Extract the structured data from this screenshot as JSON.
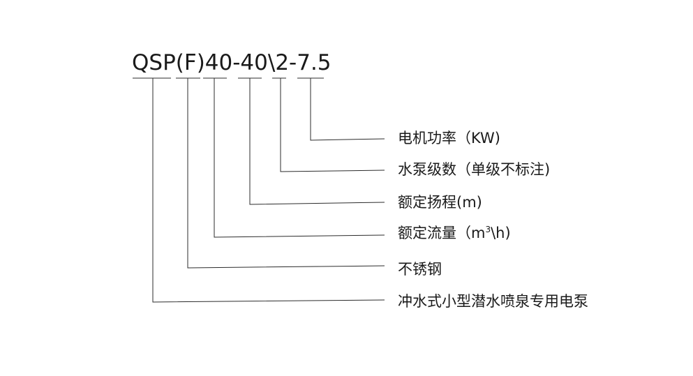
{
  "model_code": "QSP(F)40-40\\2-7.5",
  "labels": {
    "motor_power": "电机功率（KW)",
    "pump_stages": "水泵级数（单级不标注)",
    "rated_head": "额定扬程(m)",
    "rated_flow_prefix": "额定流量（m",
    "rated_flow_sup": "3",
    "rated_flow_suffix": "\\h)",
    "stainless_steel": "不锈钢",
    "pump_type": "冲水式小型潜水喷泉专用电泵"
  },
  "colors": {
    "text": "#1a1a1a",
    "line": "#2b2b2b",
    "background": "#ffffff"
  }
}
